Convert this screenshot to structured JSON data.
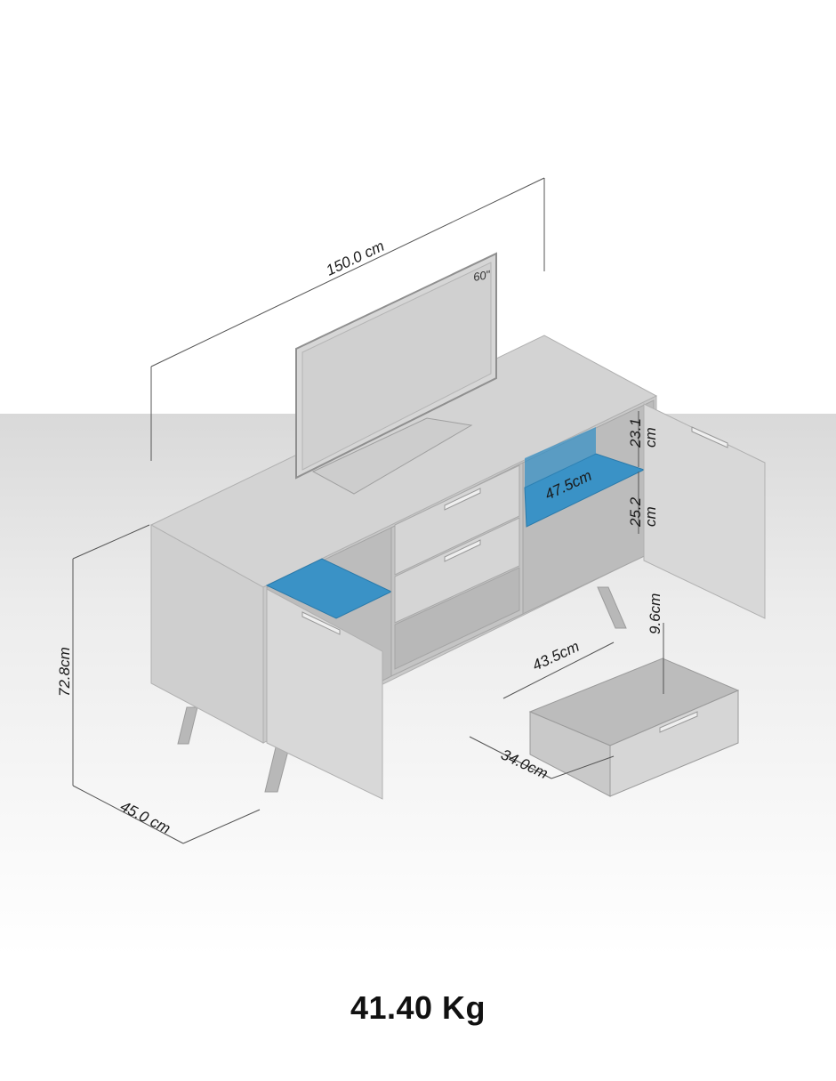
{
  "tv": {
    "size_label": "60\""
  },
  "dimensions": {
    "width": "150.0 cm",
    "height": "72.8cm",
    "depth": "45.0 cm",
    "shelf_width": "47.5cm",
    "upper_shelf_height": "23.1\ncm",
    "lower_shelf_height": "25.2\ncm",
    "drawer_width": "43.5cm",
    "drawer_depth": "34.0cm",
    "drawer_height": "9.6cm"
  },
  "weight": "41.40 Kg",
  "colors": {
    "background": "#ffffff",
    "floor": "#e6e6e6",
    "furniture": "#cfcfcf",
    "furniture_dark": "#bdbdbd",
    "shelf_highlight": "#3a92c6",
    "dimension_line": "#555555"
  }
}
